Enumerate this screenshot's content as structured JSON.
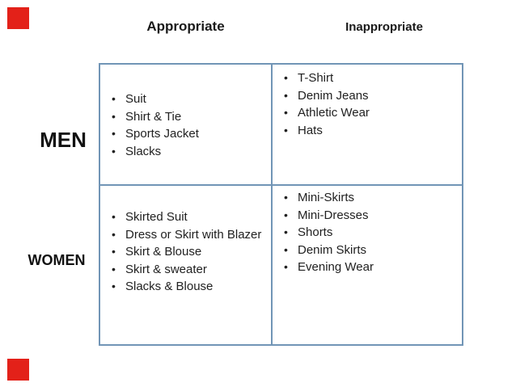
{
  "decor": {
    "red_square_color": "#e32119"
  },
  "headers": {
    "appropriate": "Appropriate",
    "inappropriate": "Inappropriate"
  },
  "row_labels": {
    "men": "MEN",
    "women": "WOMEN"
  },
  "table": {
    "border_color": "#7195b6",
    "cells": {
      "men_appropriate": [
        "Suit",
        "Shirt & Tie",
        "Sports Jacket",
        "Slacks"
      ],
      "men_inappropriate": [
        "T-Shirt",
        "Denim Jeans",
        "Athletic Wear",
        "Hats"
      ],
      "women_appropriate": [
        "Skirted Suit",
        "Dress or Skirt with Blazer",
        "Skirt & Blouse",
        "Skirt & sweater",
        "Slacks & Blouse"
      ],
      "women_inappropriate": [
        "Mini-Skirts",
        "Mini-Dresses",
        "Shorts",
        "Denim Skirts",
        "Evening Wear"
      ]
    }
  }
}
